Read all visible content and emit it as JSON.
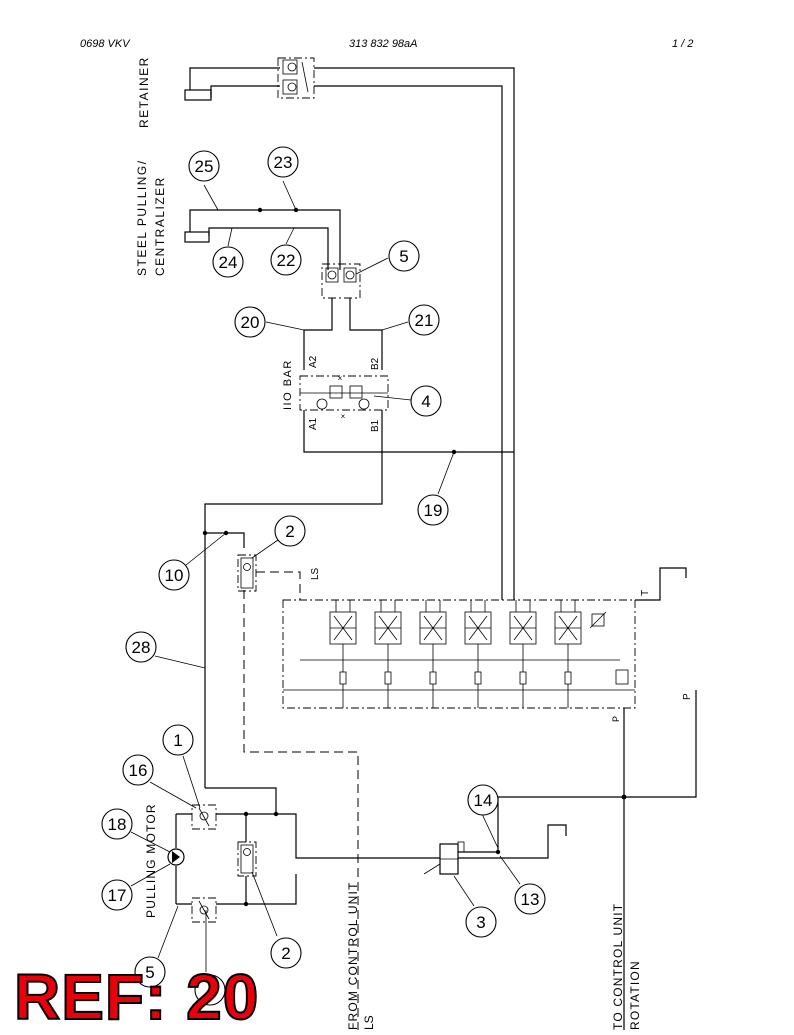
{
  "header": {
    "left": "0698 VKV",
    "center": "313 832 98aA",
    "right": "1  /  2"
  },
  "stamp": {
    "text": "REF: 20",
    "color": "#e8000b"
  },
  "labels": {
    "retainer": "RETAINER",
    "steel1": "STEEL PULLING/",
    "steel2": "CENTRALIZER",
    "iiobar": "IIO BAR",
    "a2": "A2",
    "b2": "B2",
    "a1": "A1",
    "b1": "B1",
    "ls_top": "LS",
    "t": "T",
    "p_label": "P",
    "p_small": "P",
    "pulling_motor": "PULLING MOTOR",
    "from_cu": "FROM CONTROL UNIT",
    "ls_bottom": "LS",
    "to_cu": "TO CONTROL UNIT",
    "rotation": "ROTATION"
  },
  "bubbles": {
    "b25": "25",
    "b23": "23",
    "b24": "24",
    "b22": "22",
    "b5a": "5",
    "b20": "20",
    "b21": "21",
    "b4": "4",
    "b19": "19",
    "b2a": "2",
    "b10": "10",
    "b28": "28",
    "b1": "1",
    "b16": "16",
    "b18": "18",
    "b17": "17",
    "b14": "14",
    "b3": "3",
    "b13": "13",
    "b2b": "2",
    "b5b": "5"
  }
}
